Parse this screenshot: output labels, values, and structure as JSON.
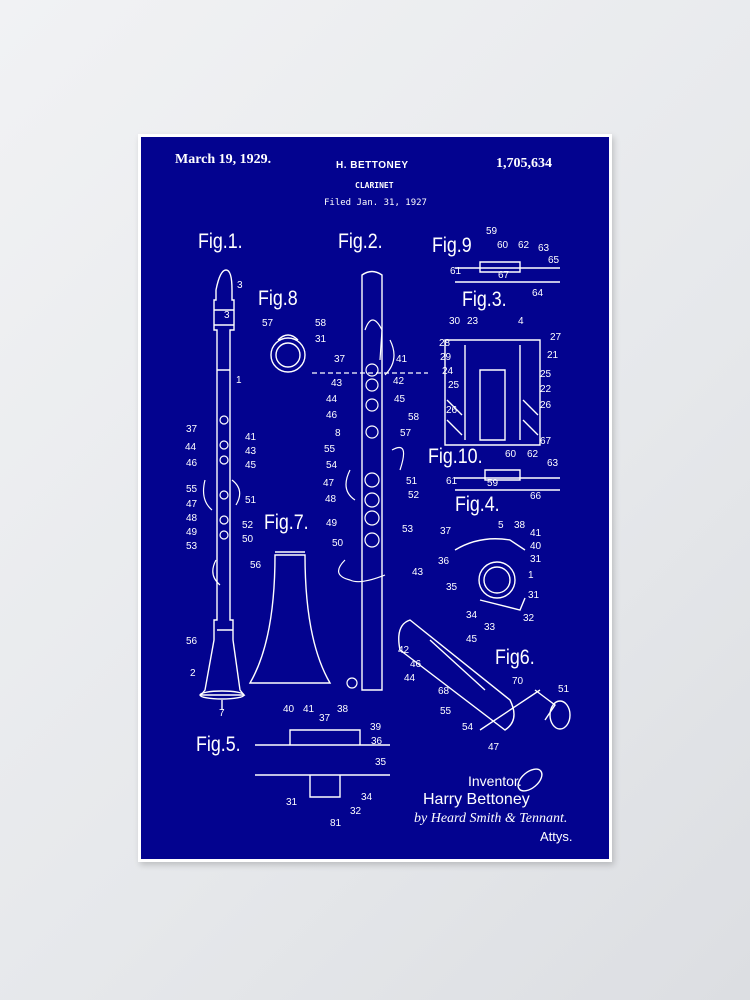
{
  "patent": {
    "date": "March 19, 1929.",
    "inventor_header": "H. BETTONEY",
    "title": "CLARINET",
    "filed": "Filed Jan. 31, 1927",
    "number": "1,705,634"
  },
  "figures": [
    "Fig.1.",
    "Fig.2.",
    "Fig.9",
    "Fig.8",
    "Fig.3.",
    "Fig.10.",
    "Fig.4.",
    "Fig.7.",
    "Fig6.",
    "Fig.5."
  ],
  "reference_numerals": [
    "3",
    "3",
    "1",
    "37",
    "41",
    "44",
    "43",
    "46",
    "45",
    "55",
    "51",
    "47",
    "48",
    "52",
    "49",
    "50",
    "53",
    "56",
    "2",
    "7",
    "57",
    "58",
    "31",
    "37",
    "41",
    "43",
    "42",
    "44",
    "45",
    "46",
    "58",
    "8",
    "57",
    "55",
    "54",
    "47",
    "51",
    "48",
    "52",
    "49",
    "50",
    "53",
    "59",
    "60",
    "62",
    "63",
    "65",
    "61",
    "67",
    "64",
    "30",
    "23",
    "4",
    "27",
    "28",
    "21",
    "29",
    "24",
    "25",
    "22",
    "25",
    "26",
    "26",
    "67",
    "60",
    "62",
    "63",
    "61",
    "59",
    "66",
    "5",
    "38",
    "37",
    "41",
    "40",
    "36",
    "31",
    "35",
    "1",
    "31",
    "34",
    "33",
    "32",
    "43",
    "45",
    "42",
    "46",
    "44",
    "68",
    "70",
    "55",
    "54",
    "51",
    "47",
    "56",
    "40",
    "41",
    "37",
    "38",
    "39",
    "36",
    "35",
    "31",
    "34",
    "32",
    "81"
  ],
  "signature": {
    "label": "Inventor.",
    "name": "Harry Bettoney",
    "by": "by Heard Smith & Tennant.",
    "attys": "Attys."
  },
  "colors": {
    "poster_blue": "#03038f",
    "ink": "#ffffff",
    "wall": "#e8eaed"
  }
}
